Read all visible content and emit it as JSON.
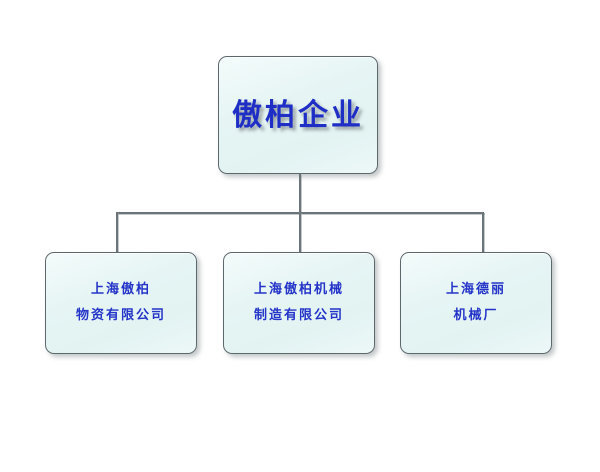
{
  "diagram": {
    "type": "organization-chart",
    "background_color": "#ffffff",
    "node_fill_color": "#e6f5f4",
    "node_border_color": "#5d686d",
    "connector_color": "#6b7478",
    "root_text_color": "#1f2fc6",
    "child_text_color": "#2434c8",
    "root": {
      "label": "傲柏企业"
    },
    "children": [
      {
        "label_line1": "上海傲柏",
        "label_line2": "物资有限公司"
      },
      {
        "label_line1": "上海傲柏机械",
        "label_line2": "制造有限公司"
      },
      {
        "label_line1": "上海德丽",
        "label_line2": "机械厂"
      }
    ]
  }
}
